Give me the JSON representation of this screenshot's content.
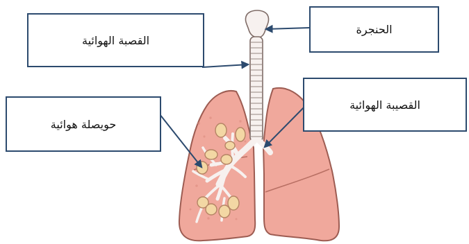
{
  "labels": {
    "larynx": "الحنجرة",
    "trachea": "القصبة الهوائية",
    "bronchiole": "القصيبة الهوائية",
    "alveolus": "حويصلة هوائية"
  },
  "colors": {
    "box_border": "#2c4a6e",
    "arrow": "#2c4a6e",
    "lung_fill": "#f0a89c",
    "lung_fill_dark": "#e79182",
    "lung_outline": "#9d5c52",
    "airway": "#f7f1ef",
    "alveoli": "#f3d7a4"
  }
}
